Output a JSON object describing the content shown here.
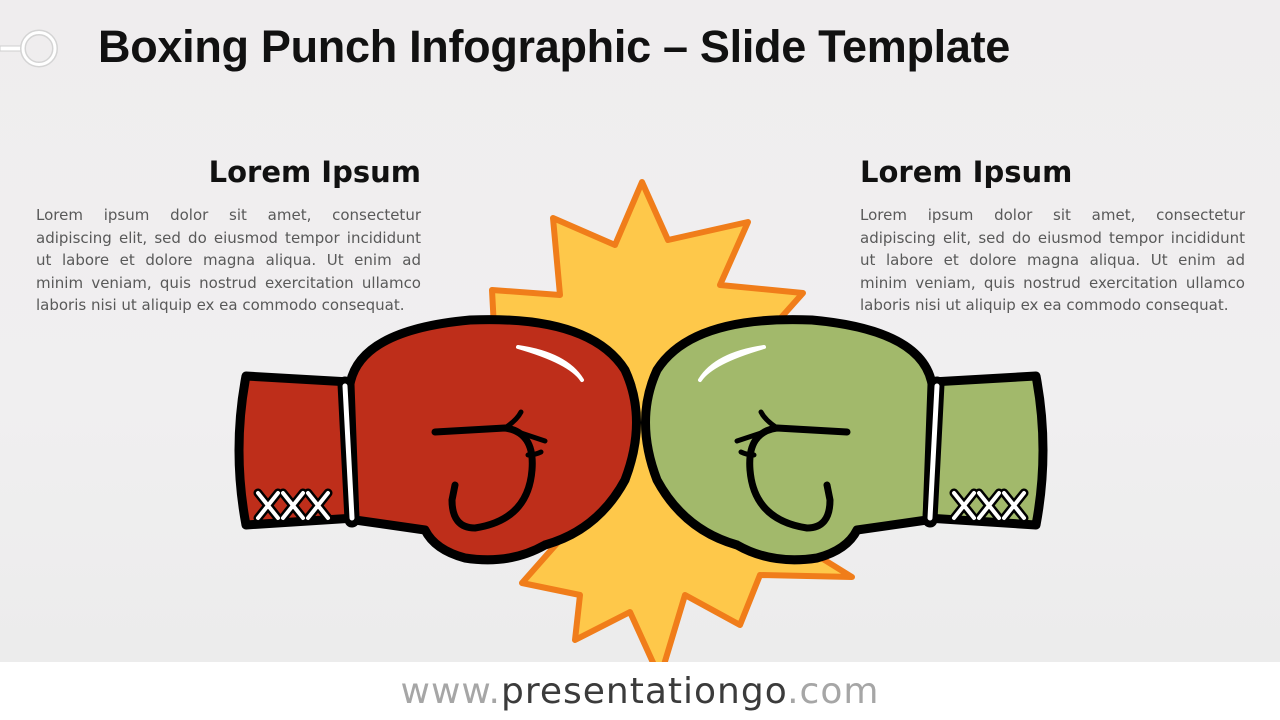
{
  "slide": {
    "title": "Boxing Punch Infographic – Slide Template"
  },
  "left_panel": {
    "heading": "Lorem Ipsum",
    "body": "Lorem ipsum dolor sit amet, consectetur adipiscing elit, sed do eiusmod tempor incididunt ut labore et dolore magna aliqua. Ut enim ad minim veniam, quis nostrud exercitation ullamco laboris nisi ut aliquip ex ea commodo consequat."
  },
  "right_panel": {
    "heading": "Lorem Ipsum",
    "body": "Lorem ipsum dolor sit amet, consectetur adipiscing elit, sed do eiusmod tempor incididunt ut labore et dolore magna aliqua. Ut enim ad minim veniam, quis nostrud exercitation ullamco laboris nisi ut aliquip ex ea commodo consequat."
  },
  "illustration": {
    "burst_icon": "explosion-burst-icon",
    "left_glove_icon": "boxing-glove-icon",
    "right_glove_icon": "boxing-glove-icon"
  },
  "footer": {
    "website_prefix": "www.",
    "website_name": "presentationgo",
    "website_suffix": ".com"
  },
  "colors": {
    "red_glove": "#be2e1a",
    "green_glove": "#a2b96b",
    "burst_fill": "#fec84a",
    "burst_outline": "#f07d1a",
    "outline": "#000000",
    "background": "#efeeef"
  }
}
